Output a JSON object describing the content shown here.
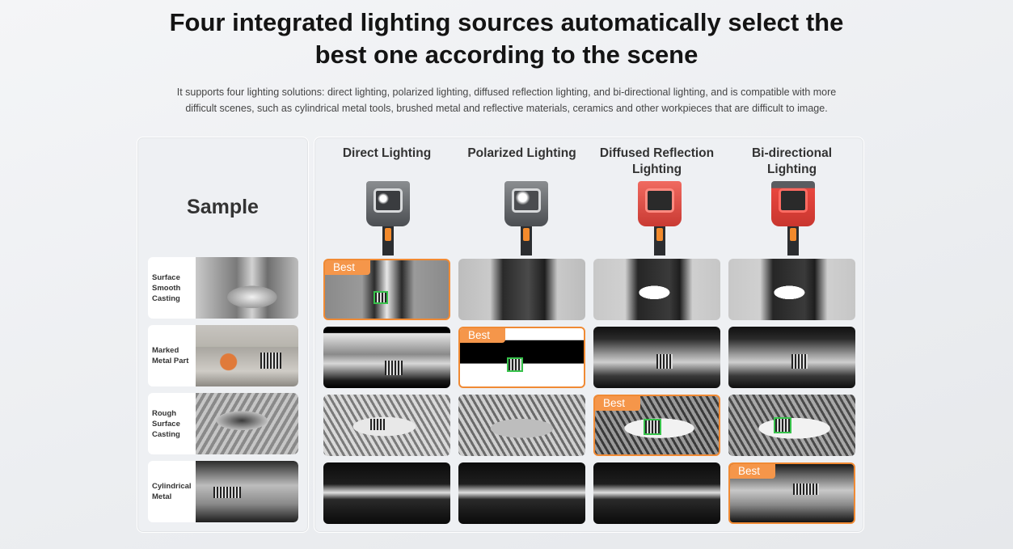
{
  "title": {
    "line1": "Four integrated lighting sources automatically select the",
    "line2": "best one according to the scene"
  },
  "description": {
    "line1": "It supports four lighting solutions: direct lighting, polarized lighting, diffused reflection lighting, and bi-directional lighting, and is compatible with more",
    "line2": "difficult scenes, such as cylindrical metal tools, brushed metal and reflective materials, ceramics and other workpieces that are difficult to image."
  },
  "sample_heading": "Sample",
  "columns": [
    {
      "line1": "Direct Lighting",
      "line2": "",
      "light": "white"
    },
    {
      "line1": "Polarized Lighting",
      "line2": "",
      "light": "white"
    },
    {
      "line1": "Diffused Reflection",
      "line2": "Lighting",
      "light": "red"
    },
    {
      "line1": "Bi-directional",
      "line2": "Lighting",
      "light": "red"
    }
  ],
  "best_label": "Best",
  "rows": [
    {
      "line1": "Surface",
      "line2": "Smooth",
      "line3": "Casting",
      "best_column": 0
    },
    {
      "line1": "Marked",
      "line2": "Metal Part",
      "line3": "",
      "best_column": 1
    },
    {
      "line1": "Rough",
      "line2": "Surface",
      "line3": "Casting",
      "best_column": 2
    },
    {
      "line1": "Cylindrical",
      "line2": "Metal",
      "line3": "",
      "best_column": 3
    }
  ],
  "colors": {
    "accent": "#f5964a",
    "best_border": "#f08a34",
    "code_highlight": "#37c24b",
    "red_light": "#e8473f"
  }
}
